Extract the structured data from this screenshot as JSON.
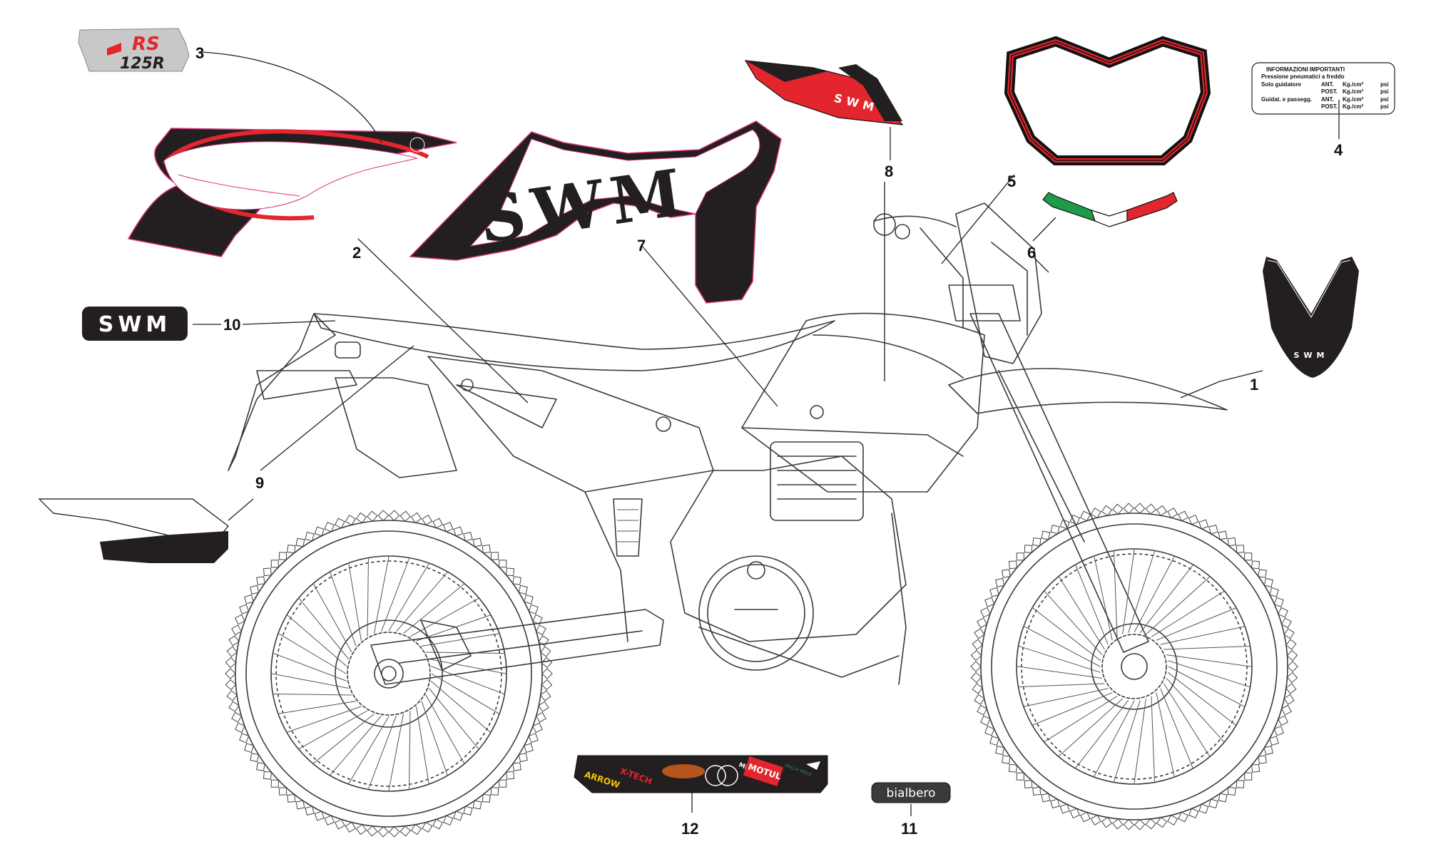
{
  "callouts": [
    "1",
    "2",
    "3",
    "4",
    "5",
    "6",
    "7",
    "8",
    "9",
    "10",
    "11",
    "12"
  ],
  "decals": {
    "swm_logo": "SWM",
    "model_badge_top": "RS",
    "model_badge_bottom": "125R",
    "bialbero": "bialbero",
    "sponsors": [
      "ARROW",
      "X-TECH",
      "MICHELIN",
      "MOTUL",
      "DALLA VALLE"
    ]
  },
  "tyre_label": {
    "title": "INFORMAZIONI IMPORTANTI",
    "subtitle": "Pressione pneumatici a freddo",
    "row1_label": "Solo guidatore",
    "row3_label": "Guidat. e passegg.",
    "ant": "ANT.",
    "post": "POST.",
    "unit": "Kg./cm²",
    "psi": "psi"
  },
  "colors": {
    "decal_black": "#231f20",
    "accent_red": "#e3262d",
    "outline_pink": "#d6337f",
    "flag_green": "#1f9a48",
    "flag_white": "#ffffff",
    "flag_red": "#e3262d",
    "badge_grey": "#c8c8c8"
  }
}
